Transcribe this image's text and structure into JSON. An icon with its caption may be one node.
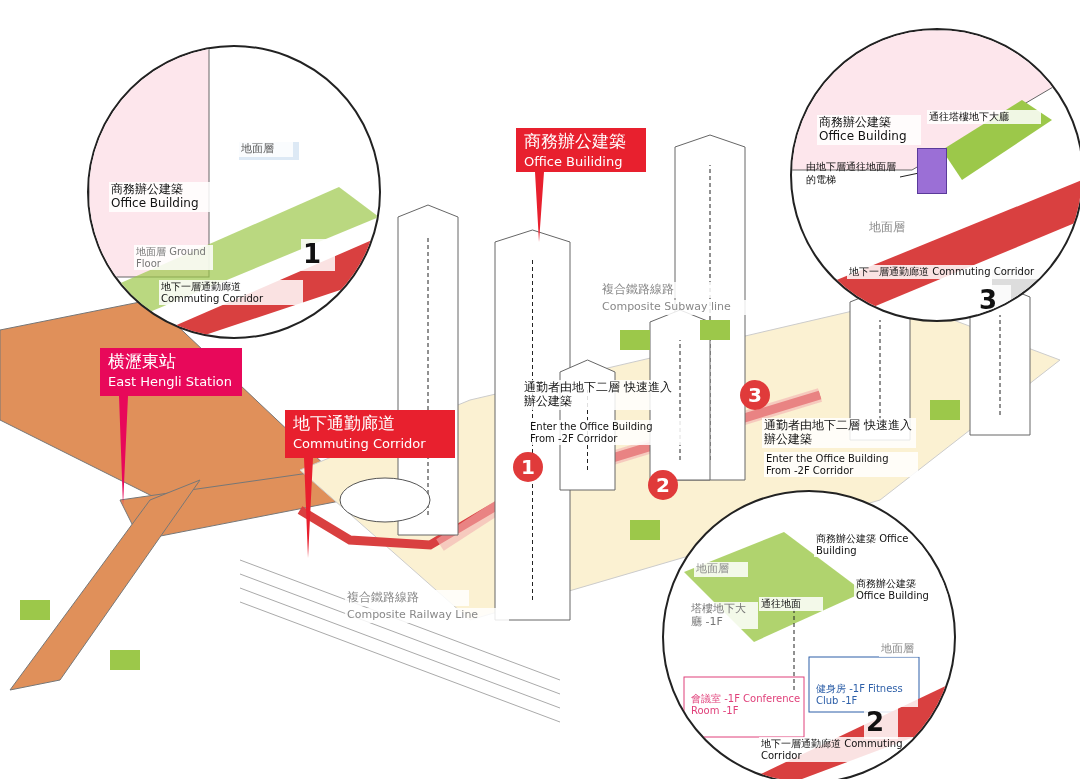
{
  "diagram": {
    "nodes": [
      {
        "text": [
          "横瀝東站",
          "East Hengli Station"
        ]
      },
      {
        "text": [
          "地下通勤廊道",
          "Commuting Corridor"
        ]
      },
      {
        "text": [
          "商務辦公建築",
          "Office Builiding"
        ]
      },
      {
        "text": [
          "商務辦公建築 Office Building",
          "地面層",
          "地面層 Ground Floor",
          "地下一層通勤廊道 Commuting Corridor",
          "1"
        ]
      },
      {
        "text": [
          "商務辦公建築 Office Building",
          "通往塔樓地下大廳",
          "地面層",
          "地下一層通勤廊道 Commuting Corridor",
          "3"
        ]
      },
      {
        "text": [
          "由地下層通往地面層的電梯"
        ],
        "in": 4
      },
      {
        "text": [],
        "shape": "box",
        "in": 4
      },
      {
        "text": [
          "商務辦公建築 Office Building",
          "地面層",
          "通往地面",
          "塔樓地下大廳 -1F",
          "商務辦公建築 Office Building",
          "地面層",
          "會議室 -1F Conference Room -1F",
          "健身房 -1F Fitness Club -1F",
          "地下一層通勤廊道 Commuting Corridor",
          "2"
        ]
      }
    ],
    "edges": [
      {
        "from": 5,
        "to": 6,
        "arrow": "none"
      }
    ],
    "labels": [
      "複合鐵路線路",
      "Composite Subway line",
      "通勤者由地下二層 快速進入辦公建築",
      "Enter the Office Building From -2F Corridor",
      "3",
      "通勤者由地下二層 快速進入辦公建築",
      "Enter the Office Building From -2F Corridor",
      "1",
      "2",
      "複合鐵路線路",
      "Composite Railway Line"
    ]
  }
}
